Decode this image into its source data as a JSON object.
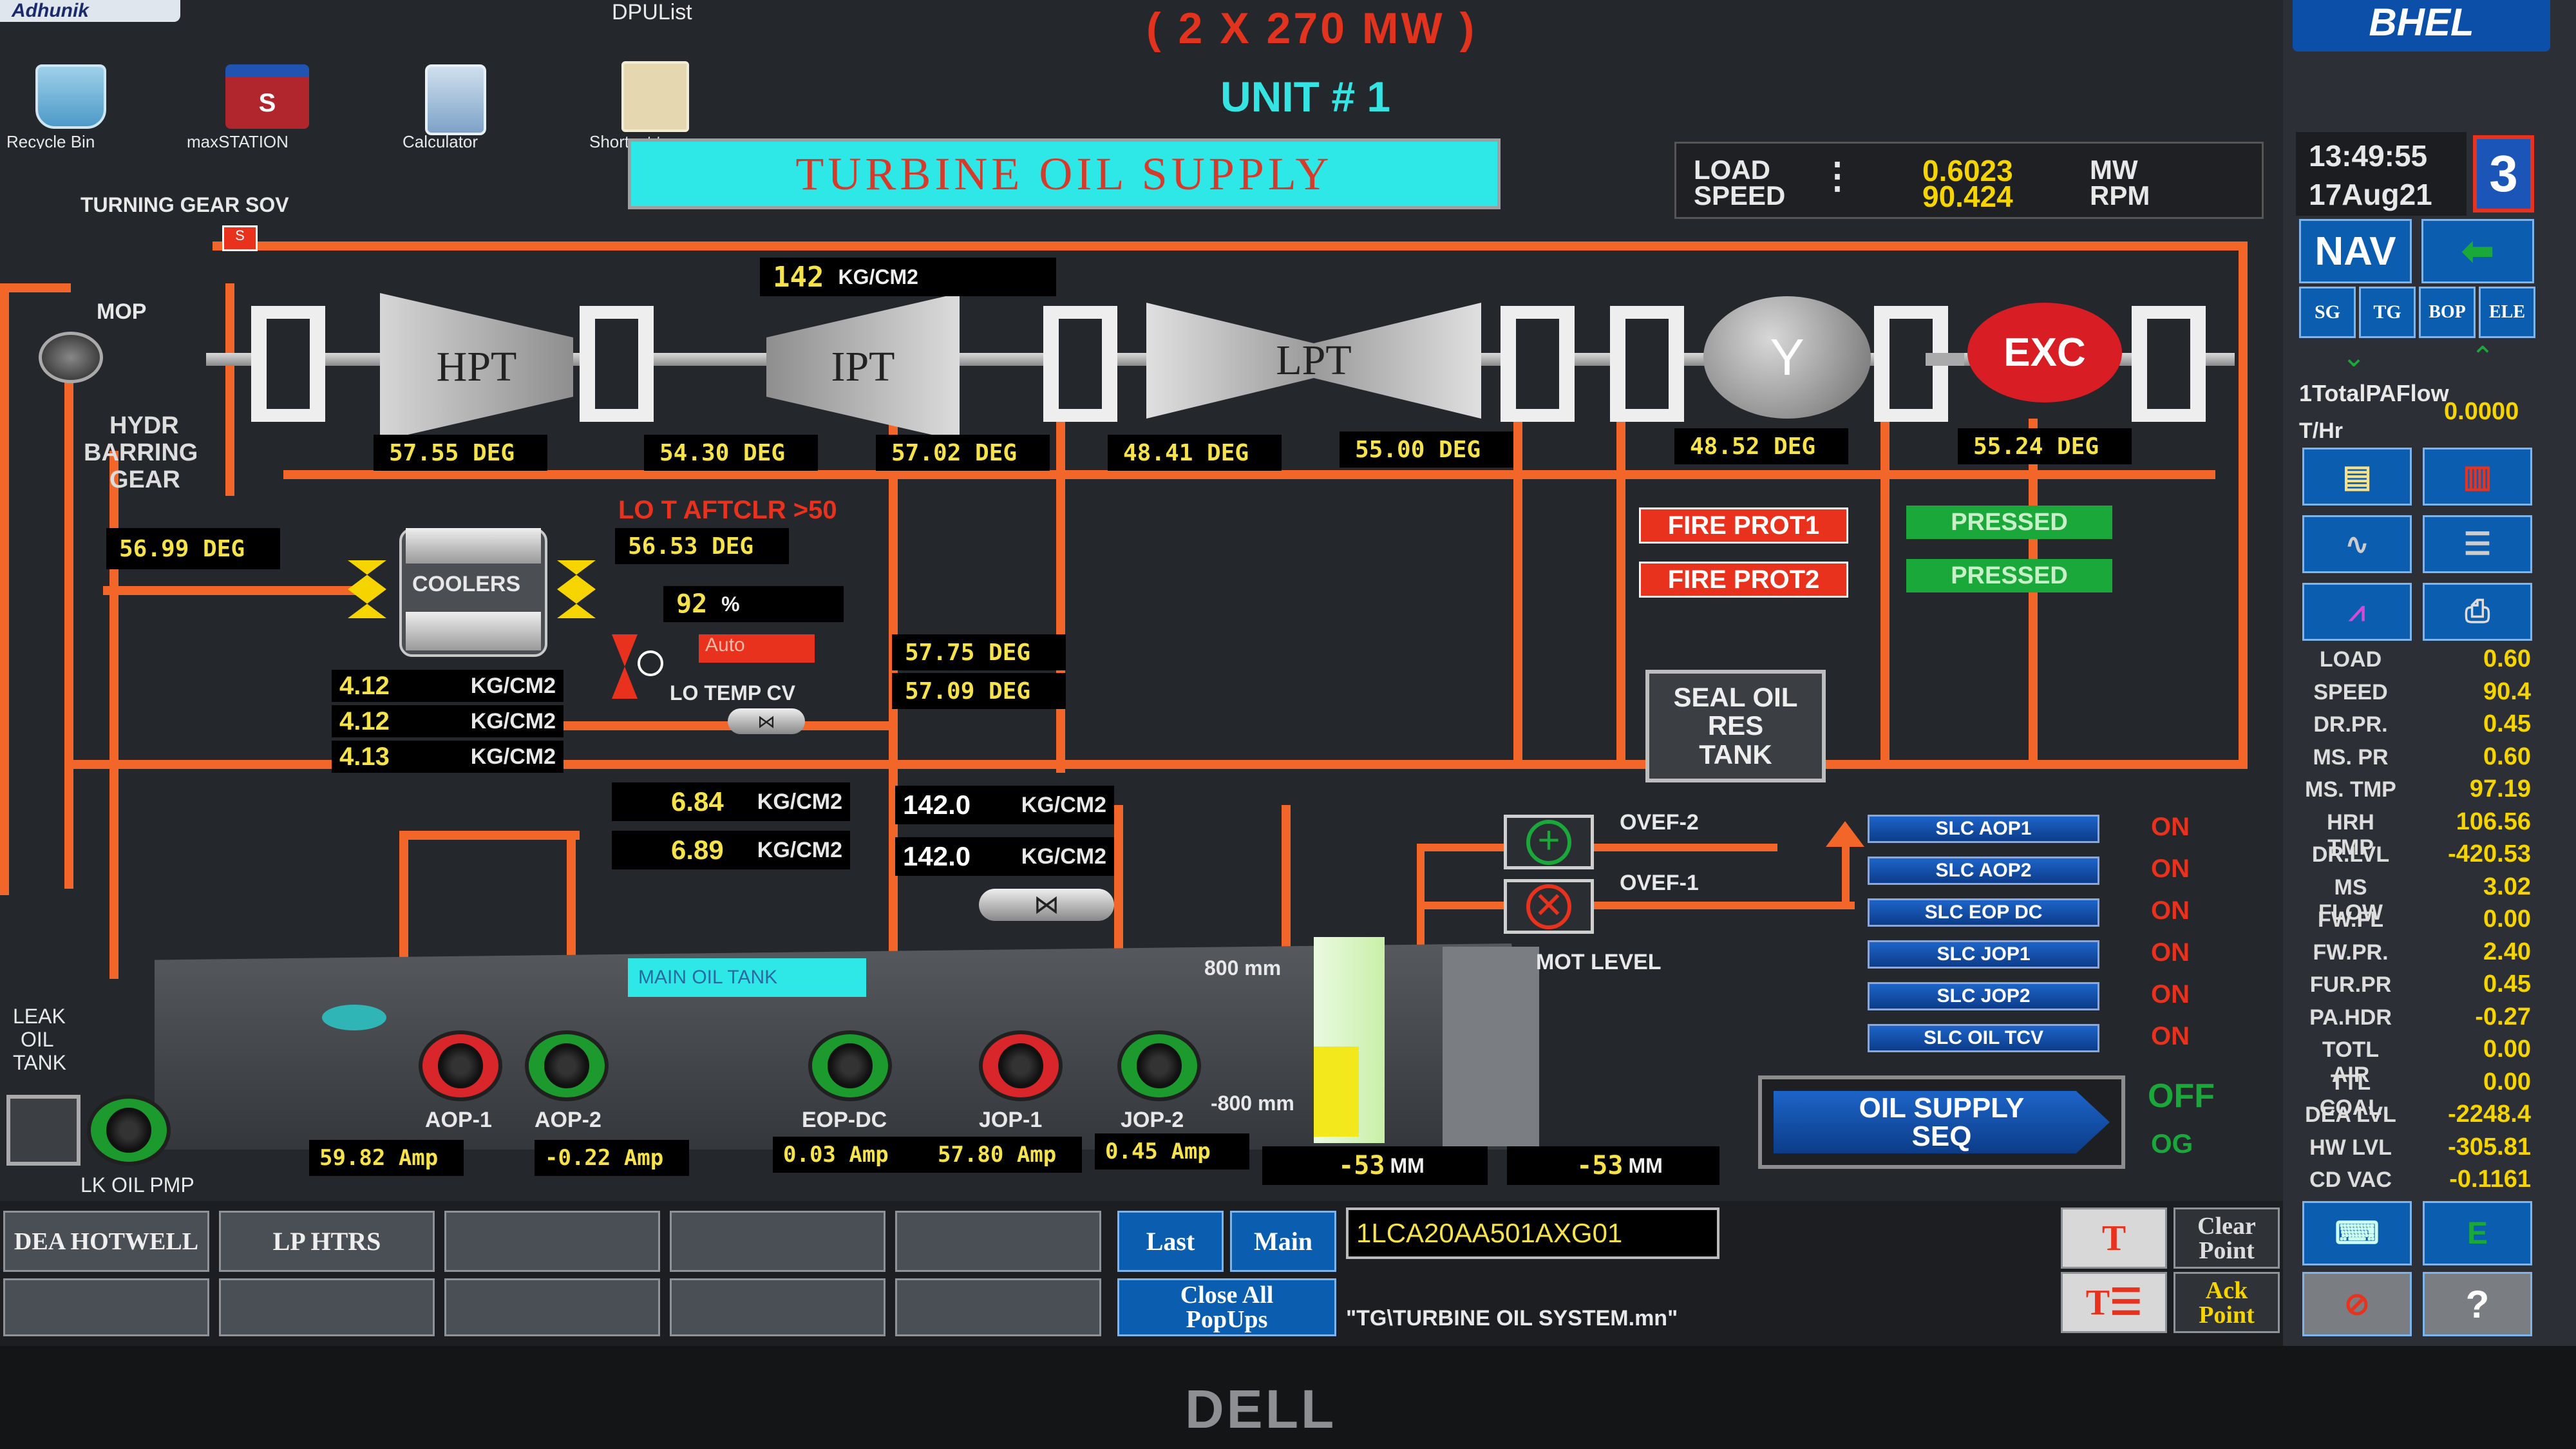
{
  "desktop": {
    "top_left_logo": "Adhunik",
    "top_label": "DPUList",
    "icons": [
      "Recycle Bin",
      "maxSTATION",
      "Calculator",
      "Shortcut to"
    ]
  },
  "header": {
    "capacity": "( 2 X 270 MW )",
    "unit": "UNIT # 1",
    "title": "TURBINE OIL SUPPLY",
    "load_label": "LOAD",
    "speed_label": "SPEED",
    "load_value": "0.6023",
    "speed_value": "90.424",
    "load_unit": "MW",
    "speed_unit": "RPM"
  },
  "clock": {
    "time": "13:49:55",
    "date": "17Aug21",
    "screen_no": "3"
  },
  "turbine": {
    "hpt": "HPT",
    "ipt": "IPT",
    "lpt": "LPT",
    "exc": "EXC",
    "header_pressure": "142",
    "header_pressure_unit": "KG/CM2",
    "bearing_temps": [
      "57.55 DEG",
      "54.30 DEG",
      "57.02 DEG",
      "48.41 DEG",
      "55.00 DEG",
      "48.52 DEG",
      "55.24 DEG"
    ]
  },
  "labels": {
    "turning_gear_sov": "TURNING GEAR SOV",
    "mop": "MOP",
    "hydr_barring_gear": [
      "HYDR",
      "BARRING",
      "GEAR"
    ],
    "lo_t_aftclr": "LO T AFTCLR >50",
    "coolers": "COOLERS",
    "lo_temp_cv": "LO TEMP CV",
    "cv_mode": "Auto",
    "fire_prot1": "FIRE PROT1",
    "fire_prot2": "FIRE PROT2",
    "pressed1": "PRESSED",
    "pressed2": "PRESSED",
    "seal_oil_res_tank": [
      "SEAL OIL",
      "RES",
      "TANK"
    ],
    "ovef2": "OVEF-2",
    "ovef1": "OVEF-1",
    "mot_level": "MOT LEVEL",
    "main_oil_tank": "MAIN OIL TANK",
    "leak_oil_tank": [
      "LEAK",
      "OIL",
      "TANK"
    ],
    "lk_oil_pmp": "LK OIL PMP",
    "level_800": "800 mm",
    "level_neg800": "-800 mm"
  },
  "values": {
    "barring_temp": "56.99 DEG",
    "aftclr_temp": "56.53 DEG",
    "cv_open": "92",
    "cv_open_unit": "%",
    "cooler_p1": "4.12",
    "cooler_p2": "4.12",
    "cooler_p3": "4.13",
    "p_unit": "KG/CM2",
    "temp_a": "57.75 DEG",
    "temp_b": "57.09 DEG",
    "lube_p1": "6.84",
    "lube_p2": "6.89",
    "jop_p1": "142.0",
    "jop_p2": "142.0",
    "mot_level1": "-53",
    "mot_level2": "-53",
    "mm": "MM"
  },
  "pumps": [
    {
      "name": "AOP-1",
      "amp": "59.82 Amp",
      "color": "#d8262a"
    },
    {
      "name": "AOP-2",
      "amp": "-0.22 Amp",
      "color": "#1c9a2e"
    },
    {
      "name": "EOP-DC",
      "amp": "0.03 Amp",
      "color": "#1c9a2e"
    },
    {
      "name": "JOP-1",
      "amp": "57.80 Amp",
      "color": "#d8262a"
    },
    {
      "name": "JOP-2",
      "amp": "0.45 Amp",
      "color": "#1c9a2e"
    }
  ],
  "slc": [
    {
      "label": "SLC AOP1",
      "state": "ON"
    },
    {
      "label": "SLC AOP2",
      "state": "ON"
    },
    {
      "label": "SLC EOP DC",
      "state": "ON"
    },
    {
      "label": "SLC JOP1",
      "state": "ON"
    },
    {
      "label": "SLC JOP2",
      "state": "ON"
    },
    {
      "label": "SLC OIL TCV",
      "state": "ON"
    }
  ],
  "oil_supply_seq": {
    "label": "OIL SUPPLY SEQ",
    "state": "OFF",
    "sub": "OG"
  },
  "nav": {
    "nav_label": "NAV",
    "tabs": [
      "SG",
      "TG",
      "BOP",
      "ELE"
    ],
    "flow_label": "1TotalPAFlow",
    "flow_unit": "T/Hr",
    "flow_value": "0.0000"
  },
  "side_values": [
    {
      "label": "LOAD",
      "value": "0.60"
    },
    {
      "label": "SPEED",
      "value": "90.4"
    },
    {
      "label": "DR.PR.",
      "value": "0.45"
    },
    {
      "label": "MS. PR",
      "value": "0.60"
    },
    {
      "label": "MS. TMP",
      "value": "97.19"
    },
    {
      "label": "HRH TMP",
      "value": "106.56"
    },
    {
      "label": "DR.LVL",
      "value": "-420.53"
    },
    {
      "label": "MS FLOW",
      "value": "3.02"
    },
    {
      "label": "FW.FL",
      "value": "0.00"
    },
    {
      "label": "FW.PR.",
      "value": "2.40"
    },
    {
      "label": "FUR.PR",
      "value": "0.45"
    },
    {
      "label": "PA.HDR",
      "value": "-0.27"
    },
    {
      "label": "TOTL AIR",
      "value": "0.00"
    },
    {
      "label": "TTL COAL",
      "value": "0.00"
    },
    {
      "label": "DEA LVL",
      "value": "-2248.4"
    },
    {
      "label": "HW LVL",
      "value": "-305.81"
    },
    {
      "label": "CD VAC",
      "value": "-0.1161"
    }
  ],
  "bottom": {
    "buttons": [
      "DEA HOTWELL",
      "LP HTRS"
    ],
    "last": "Last",
    "main": "Main",
    "close_all": "Close All PopUps",
    "point_id": "1LCA20AA501AXG01",
    "path": "\"TG\\TURBINE OIL SYSTEM.mn\"",
    "clear_point": "Clear Point",
    "ack_point": "Ack Point",
    "help": "?"
  },
  "monitor_brand": "DELL",
  "colors": {
    "pipe": "#f2662a",
    "cyan": "#34e6e6",
    "alarm_red": "#e8321e",
    "ok_green": "#1aa83a",
    "value_yellow": "#f6e24a"
  }
}
